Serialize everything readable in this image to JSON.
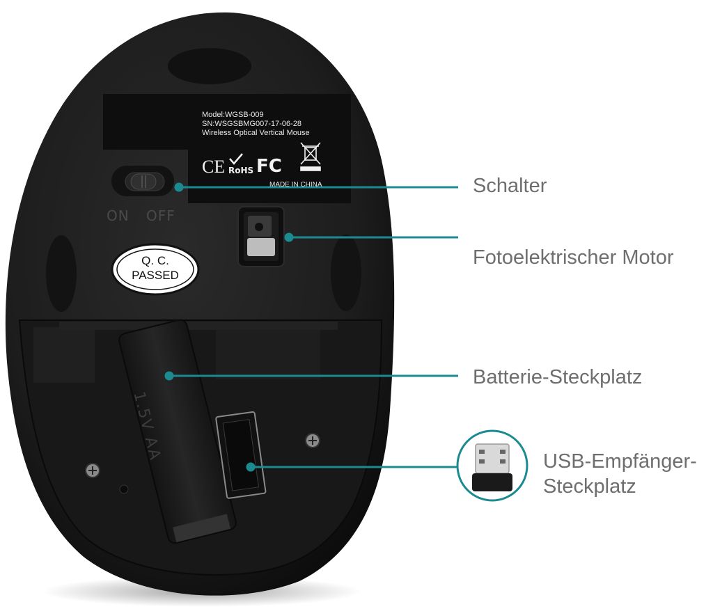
{
  "product_label": {
    "model": "Model:WGSB-009",
    "serial": "SN:WSGSBMG007-17-06-28",
    "description": "Wireless Optical Vertical Mouse",
    "made_in": "MADE IN CHINA",
    "certifications": {
      "ce": "CE",
      "rohs": "RoHS",
      "fc": "FC"
    }
  },
  "switch": {
    "on_label": "ON",
    "off_label": "OFF"
  },
  "qc_sticker": {
    "line1": "Q. C.",
    "line2": "PASSED"
  },
  "battery": {
    "marking": "1.5V  AA"
  },
  "callouts": {
    "switch": "Schalter",
    "sensor": "Fotoelektrischer Motor",
    "battery": "Batterie-Steckplatz",
    "usb_line1": "USB-Empfänger-",
    "usb_line2": "Steckplatz"
  },
  "colors": {
    "leader_line": "#1c8b91",
    "callout_text": "#6e6e6e",
    "mouse_body": "#1c1c1c"
  }
}
